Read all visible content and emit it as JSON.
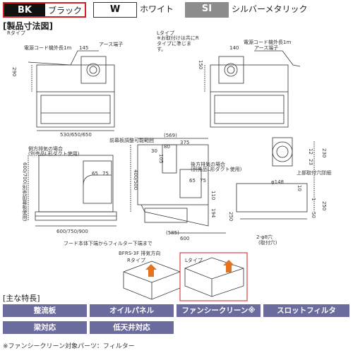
{
  "colors": {
    "bk": {
      "code": "BK",
      "name": "ブラック",
      "bg": "#111111",
      "fg": "#ffffff",
      "border": "#d42020"
    },
    "w": {
      "code": "W",
      "name": "ホワイト",
      "bg": "#ffffff",
      "fg": "#111111",
      "border": "#333333"
    },
    "si": {
      "code": "SI",
      "name": "シルバーメタリック",
      "bg": "#8c8c8c",
      "fg": "#ffffff",
      "border": "#8c8c8c"
    }
  },
  "dimensions_title": "[製品寸法図]",
  "drawing": {
    "r_type": "Rタイプ",
    "l_type": "Lタイプ",
    "l_note": "※お取付けは共にRタイプに準じます。",
    "power_cord_r": "電源コード機外長1m",
    "power_cord_l": "電源コード機外長1m",
    "earth_r": "アース端子",
    "earth_l": "アース端子",
    "d145": "145",
    "d140": "140",
    "d290": "290",
    "d150": "150",
    "width_top": "530/650/650",
    "side_exhaust": "側方排気の場合",
    "side_duct": "(別売品L形ダクト使用)",
    "d65": "65",
    "d75": "75",
    "front_adjust": "前幕板調整可能範囲",
    "back_exhaust": "後方排気の場合",
    "back_duct": "(別売品L形ダクト使用)",
    "d569": "(569)",
    "d375": "375",
    "d30": "30",
    "d80": "80",
    "d105": "105",
    "d400_500": "400/500",
    "d110": "110",
    "d194": "194",
    "d585": "(585)",
    "d600": "600",
    "height_left": "600/700(別売前幕板使用)",
    "height_left2": "(別売前幕板使用)",
    "width_bottom": "600/750/900",
    "hood_note": "フード本体下端からフィルター下端まで",
    "d148": "φ148",
    "d_top_mount": "上部取付穴詳細",
    "d2_phi": "2-φ8穴",
    "d_mount": "(取付穴)",
    "d12": "12",
    "d23": "23",
    "d10": "10",
    "d230": "230",
    "d250": "250",
    "d50": "50",
    "d250b": "250",
    "d1": "1",
    "bfrs": "BFRS-3F 排気方向",
    "r_small": "Rタイプ",
    "l_small": "Lタイプ"
  },
  "features_title": "[主な特長]",
  "features": [
    "整流板",
    "オイルパネル",
    "ファンシークリーン※",
    "スロットフィルタ",
    "梁対応",
    "低天井対応"
  ],
  "feature_color": "#6b6b9e",
  "footnote": "※ファンシークリーン対象パーツ：フィルター"
}
